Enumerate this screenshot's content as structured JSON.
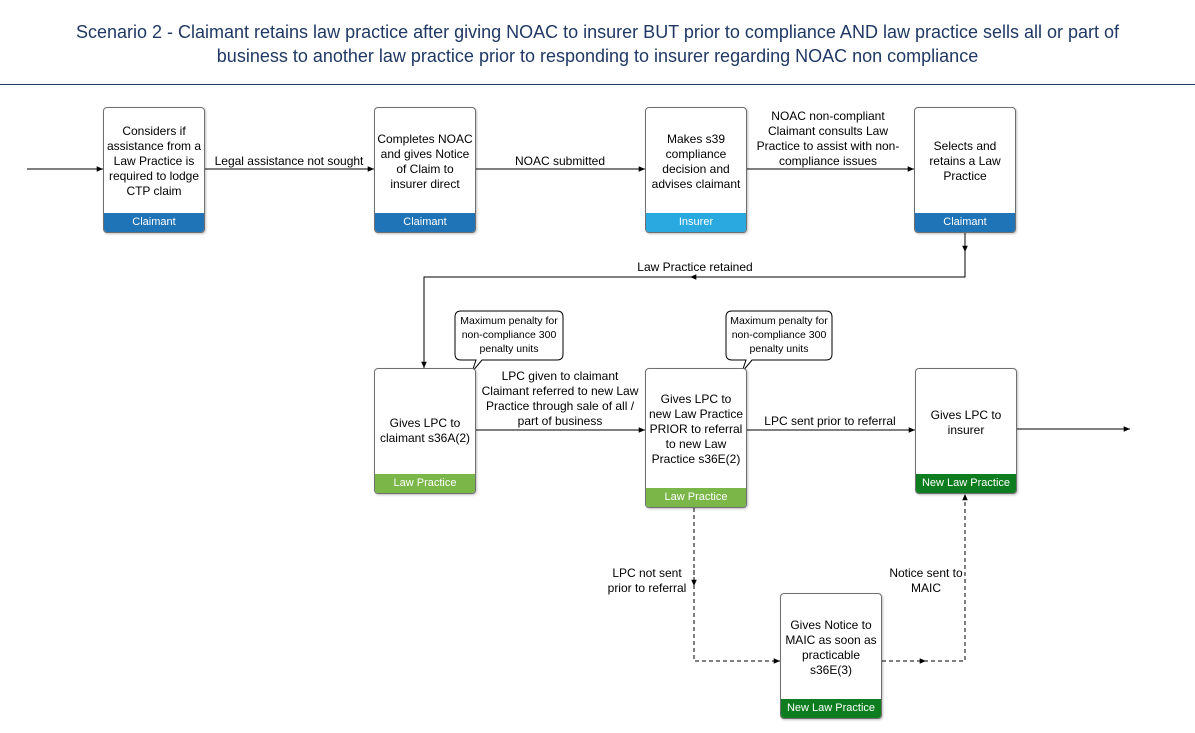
{
  "title": {
    "line1": "Scenario 2 - Claimant retains law practice after giving NOAC to insurer BUT prior to compliance AND law practice sells all or part of",
    "line2": "business to another law practice prior to responding to insurer regarding NOAC non compliance"
  },
  "colors": {
    "claimant": "#1f73b7",
    "insurer": "#29a9e0",
    "law_practice": "#7ab648",
    "new_law_practice": "#0e7d1f"
  },
  "nodes": {
    "consider": {
      "text": "Considers if assistance from a Law Practice is required to lodge CTP claim",
      "role": "Claimant"
    },
    "completes": {
      "text": "Completes NOAC and gives Notice of Claim to insurer direct",
      "role": "Claimant"
    },
    "makes": {
      "text": "Makes s39 compliance decision and advises claimant",
      "role": "Insurer"
    },
    "selects": {
      "text": "Selects and retains a Law Practice",
      "role": "Claimant"
    },
    "gives_lpc_claimant": {
      "text": "Gives LPC to claimant s36A(2)",
      "role": "Law Practice"
    },
    "gives_lpc_new": {
      "text": "Gives LPC to new Law Practice PRIOR to referral to new Law Practice s36E(2)",
      "role": "Law Practice"
    },
    "gives_lpc_insurer": {
      "text": "Gives LPC to insurer",
      "role": "New Law Practice"
    },
    "gives_notice": {
      "text": "Gives Notice to MAIC as soon as practicable s36E(3)",
      "role": "New Law Practice"
    }
  },
  "edges": {
    "legal_not_sought": "Legal assistance not sought",
    "noac_submitted": "NOAC submitted",
    "noac_noncompliant": "NOAC non-compliant Claimant consults Law Practice to assist with non-compliance issues",
    "law_practice_retained": "Law Practice retained",
    "lpc_given": "LPC given to claimant Claimant referred to new Law Practice through sale of all / part of business",
    "lpc_sent_prior": "LPC sent prior to referral",
    "lpc_not_sent": "LPC not sent prior to referral",
    "notice_sent": "Notice sent to MAIC"
  },
  "callouts": {
    "penalty1": "Maximum penalty for non-compliance 300 penalty units",
    "penalty2": "Maximum penalty for non-compliance 300 penalty units"
  }
}
